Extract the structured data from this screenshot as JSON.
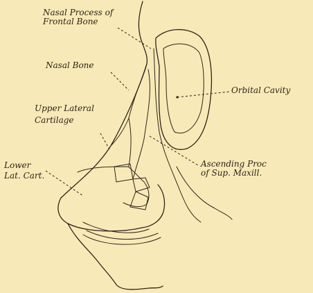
{
  "labels": {
    "nasal_process_line1": "Nasal Process of",
    "nasal_process_line2": "Frontal Bone",
    "nasal_bone": "Nasal Bone",
    "upper_lateral_line1": "Upper Lateral",
    "upper_lateral_line2": "Cartilage",
    "lower_lat_line1": "Lower",
    "lower_lat_line2": "Lat. Cart.",
    "orbital_cavity": "Orbital Cavity",
    "ascending_line1": "Ascending Proc",
    "ascending_line2": "of Sup. Maxill."
  },
  "colors": {
    "paper": "#f7eab8",
    "ink": "#2f2418"
  }
}
